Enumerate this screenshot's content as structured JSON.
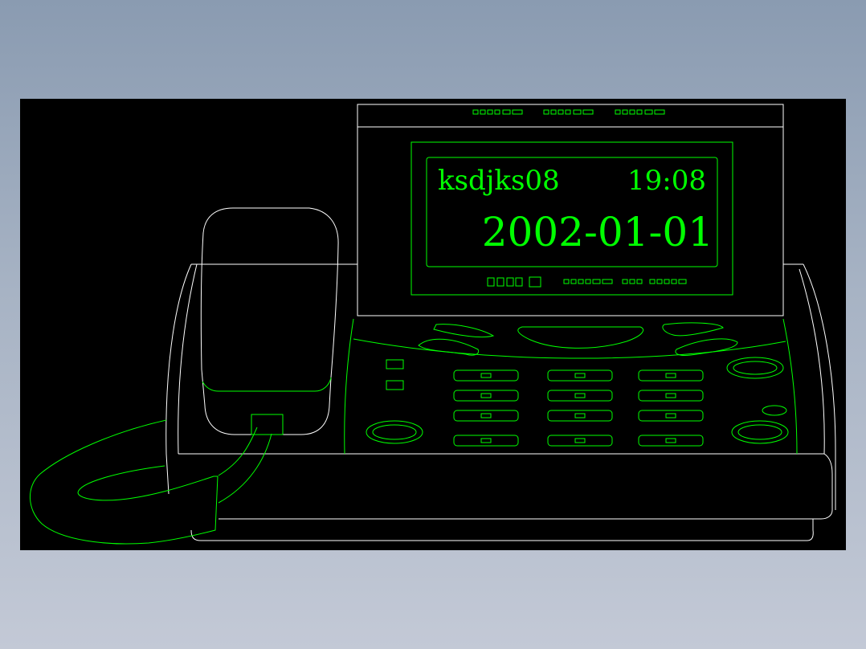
{
  "drawing": {
    "background_color": "#000000",
    "outline_color": "#ffffff",
    "detail_color": "#00ff00"
  },
  "lcd": {
    "caller_id": "ksdjks08",
    "time": "19:08",
    "date": "2002-01-01"
  }
}
